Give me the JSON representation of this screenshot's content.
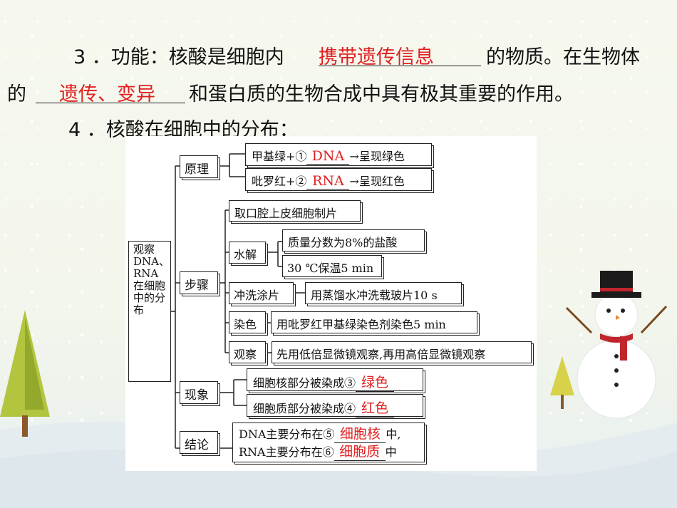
{
  "text": {
    "line1_pre": "3 ．功能：核酸是细胞内",
    "line1_ans": "携带遗传信息",
    "line1_post": "的物质。在生物体",
    "line2_pre": "的",
    "line2_ans": "遗传、变异",
    "line2_post": "和蛋白质的生物合成中具有极其重要的作用。",
    "line3": "4 ．核酸在细胞中的分布："
  },
  "diagram": {
    "root": "观察DNA、RNA在细胞中的分布",
    "principle": {
      "label": "原理",
      "item1_pre": "甲基绿+①",
      "item1_ans": "DNA",
      "item1_post": "→呈现绿色",
      "item2_pre": "吡罗红+②",
      "item2_ans": "RNA",
      "item2_post": "→呈现红色"
    },
    "steps": {
      "label": "步骤",
      "prep": "取口腔上皮细胞制片",
      "hydrolysis_label": "水解",
      "hydrolysis_1": "质量分数为8%的盐酸",
      "hydrolysis_2": "30 ℃保温5 min",
      "rinse_label": "冲洗涂片",
      "rinse_desc": "用蒸馏水冲洗载玻片10 s",
      "stain_label": "染色",
      "stain_desc": "用吡罗红甲基绿染色剂染色5 min",
      "observe_label": "观察",
      "observe_desc": "先用低倍显微镜观察,再用高倍显微镜观察"
    },
    "phenomenon": {
      "label": "现象",
      "item1_pre": "细胞核部分被染成③",
      "item1_ans": "绿色",
      "item2_pre": "细胞质部分被染成④",
      "item2_ans": "红色"
    },
    "conclusion": {
      "label": "结论",
      "line1_pre": "DNA主要分布在⑤",
      "line1_ans": "细胞核",
      "line1_post": "中,",
      "line2_pre": "RNA主要分布在⑥",
      "line2_ans": "细胞质",
      "line2_post": "中"
    }
  }
}
